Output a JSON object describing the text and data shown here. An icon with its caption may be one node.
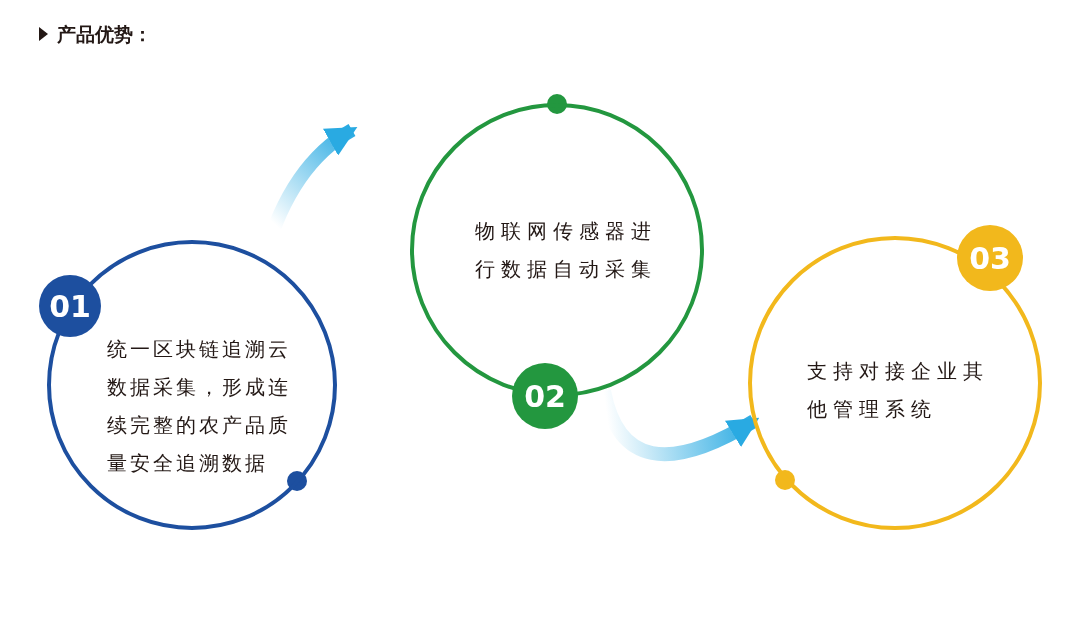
{
  "diagram": {
    "title": "产品优势：",
    "nodes": [
      {
        "text": [
          "统一区块链追溯云数据采集，形成连续完整的农产品质量安全追溯数据"
        ]
      },
      {
        "text": [
          "01"
        ]
      },
      {
        "text": [
          "物联网传感器进行数据自动采集"
        ]
      },
      {
        "text": [
          "02"
        ]
      },
      {
        "text": [
          "支持对接企业其他管理系统"
        ]
      },
      {
        "text": [
          "03"
        ]
      }
    ],
    "edges": [
      {
        "from": 0,
        "to": 2,
        "arrow": "to"
      },
      {
        "from": 2,
        "to": 4,
        "arrow": "to"
      }
    ]
  }
}
